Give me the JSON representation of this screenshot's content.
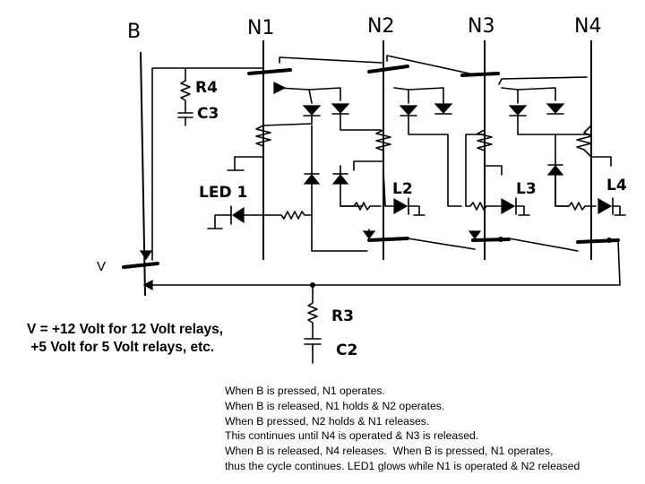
{
  "labels": {
    "b": "B",
    "n1": "N1",
    "n2": "N2",
    "n3": "N3",
    "n4": "N4",
    "r4": "R4",
    "c3": "C3",
    "r3": "R3",
    "c2": "C2",
    "led1": "LED 1",
    "l2": "L2",
    "l3": "L3",
    "l4": "L4",
    "v": "V"
  },
  "voltage_note": [
    "V = +12 Volt for 12 Volt relays,",
    " +5 Volt for 5 Volt relays, etc."
  ],
  "description": [
    "When B is pressed, N1 operates.",
    "When B is released, N1 holds & N2 operates.",
    "When B pressed, N2 holds & N1 releases.",
    "This continues until N4 is operated & N3 is released.",
    "When B is released, N4 releases.  When B is pressed, N1 operates,",
    "thus the cycle continues. LED1 glows while N1 is operated & N2 released"
  ]
}
